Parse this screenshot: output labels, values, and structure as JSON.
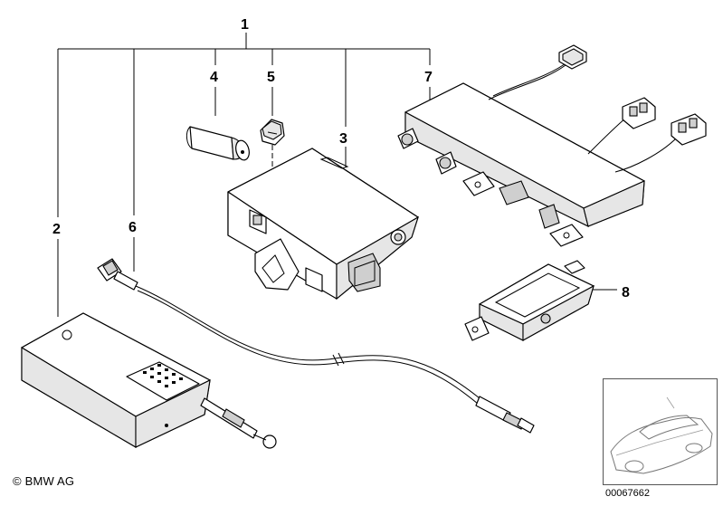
{
  "callouts": {
    "c1": "1",
    "c2": "2",
    "c3": "3",
    "c4": "4",
    "c5": "5",
    "c6": "6",
    "c7": "7",
    "c8": "8"
  },
  "footer": {
    "copyright": "© BMW AG",
    "document_number": "00067662"
  }
}
